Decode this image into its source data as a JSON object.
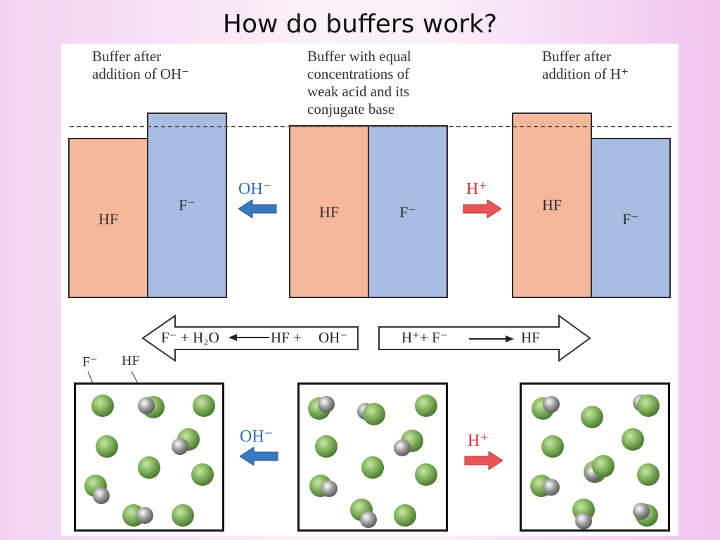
{
  "title": "How do buffers work?",
  "captions": {
    "left": [
      "Buffer after",
      "addition of OH⁻"
    ],
    "middle": [
      "Buffer with equal",
      "concentrations of",
      "weak acid and its",
      "conjugate base"
    ],
    "right": [
      "Buffer after",
      "addition of H⁺"
    ]
  },
  "bars": {
    "hf": "HF",
    "f": "F⁻",
    "levels": {
      "left": {
        "hf": 0.9,
        "f": 1.1
      },
      "middle": {
        "hf": 1.0,
        "f": 1.0
      },
      "right": {
        "hf": 1.1,
        "f": 0.9
      }
    }
  },
  "ions": {
    "oh": "OH⁻",
    "h": "H⁺"
  },
  "equations": {
    "left_product": "F⁻ + H₂O",
    "left_reactant": "HF  +",
    "left_ion": "OH⁻",
    "right_ion": "H⁺",
    "right_reactant": "+ F⁻",
    "right_product": "HF"
  },
  "molecule_labels": {
    "f": "F⁻",
    "hf": "HF"
  },
  "colors": {
    "hf_bar": "#f6b89b",
    "f_bar": "#a9bde3",
    "oh_arrow": "#2f6fb3",
    "h_arrow": "#e04848",
    "fluoride_sphere": "#7fb05a",
    "hydrogen_sphere": "#9a9a9a"
  }
}
